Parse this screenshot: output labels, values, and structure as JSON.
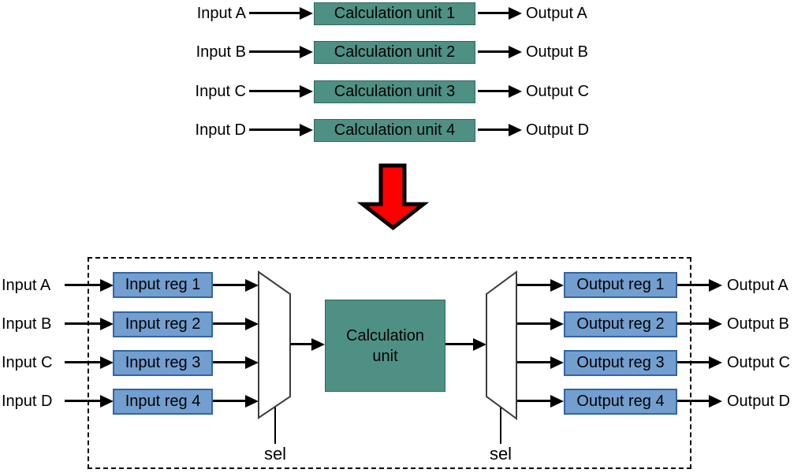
{
  "colors": {
    "unit_fill": "#4E9184",
    "unit_border": "#2D6A5D",
    "register_fill": "#729FCF",
    "register_border": "#3465A4",
    "transform_arrow_fill": "#FF0000",
    "line": "#000000"
  },
  "top_section": {
    "rows": [
      {
        "input": "Input A",
        "unit": "Calculation unit 1",
        "output": "Output A"
      },
      {
        "input": "Input B",
        "unit": "Calculation unit 2",
        "output": "Output B"
      },
      {
        "input": "Input C",
        "unit": "Calculation unit 3",
        "output": "Output C"
      },
      {
        "input": "Input D",
        "unit": "Calculation unit 4",
        "output": "Output D"
      }
    ]
  },
  "bottom_section": {
    "inputs": [
      "Input A",
      "Input B",
      "Input C",
      "Input D"
    ],
    "input_regs": [
      "Input reg 1",
      "Input reg 2",
      "Input reg 3",
      "Input reg 4"
    ],
    "mux_sel": "sel",
    "calc_unit": "Calculation unit",
    "demux_sel": "sel",
    "output_regs": [
      "Output reg 1",
      "Output reg 2",
      "Output reg 3",
      "Output reg 4"
    ],
    "outputs": [
      "Output A",
      "Output B",
      "Output C",
      "Output D"
    ]
  }
}
